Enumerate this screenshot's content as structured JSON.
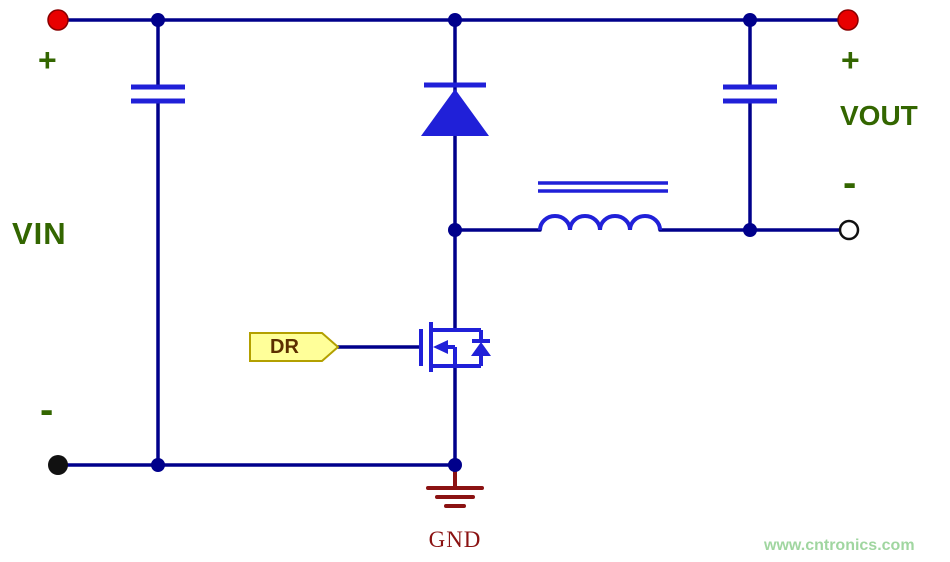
{
  "labels": {
    "vin": "VIN",
    "vin_plus": "+",
    "vin_minus": "-",
    "vout": "VOUT",
    "vout_plus": "+",
    "vout_minus": "-",
    "gate_tag": "DR",
    "ground": "GND",
    "watermark": "www.cntronics.com"
  },
  "colors": {
    "background": "#ffffff",
    "wire": "#00008b",
    "component": "#2020d8",
    "junction": "#00008b",
    "terminal_positive": "#e80000",
    "terminal_negative": "#111111",
    "label_green": "#336600",
    "ground_red": "#8b1212",
    "tag_fill": "#ffff99",
    "tag_border": "#b3a000",
    "tag_text": "#5c2e00",
    "watermark": "#a0d6a0"
  }
}
